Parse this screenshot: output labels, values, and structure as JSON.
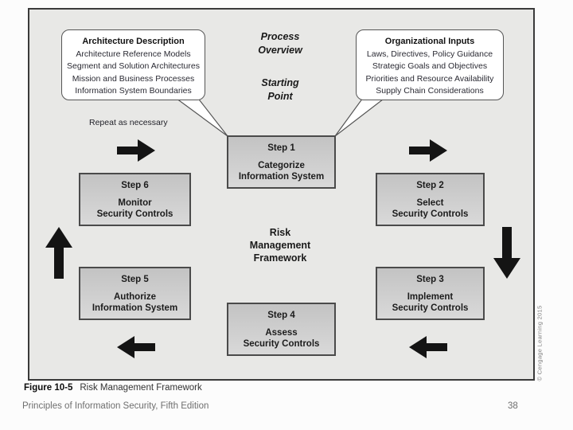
{
  "slide": {
    "figure_label": "Figure 10-5",
    "figure_title": "Risk Management Framework",
    "footer": "Principles of Information Security, Fifth Edition",
    "page_number": "38",
    "credit": "© Cengage Learning 2015"
  },
  "diagram": {
    "process_overview_lines": [
      "Process",
      "Overview"
    ],
    "starting_point_lines": [
      "Starting",
      "Point"
    ],
    "repeat_label": "Repeat as necessary",
    "center_lines": [
      "Risk",
      "Management",
      "Framework"
    ],
    "callouts": {
      "architecture": {
        "title": "Architecture Description",
        "items": [
          "Architecture Reference Models",
          "Segment and Solution Architectures",
          "Mission and Business Processes",
          "Information System Boundaries"
        ]
      },
      "organizational": {
        "title": "Organizational Inputs",
        "items": [
          "Laws, Directives, Policy Guidance",
          "Strategic Goals and Objectives",
          "Priorities and Resource Availability",
          "Supply Chain Considerations"
        ]
      }
    },
    "steps": [
      {
        "title": "Step 1",
        "line1": "Categorize",
        "line2": "Information System"
      },
      {
        "title": "Step 2",
        "line1": "Select",
        "line2": "Security Controls"
      },
      {
        "title": "Step 3",
        "line1": "Implement",
        "line2": "Security Controls"
      },
      {
        "title": "Step 4",
        "line1": "Assess",
        "line2": "Security Controls"
      },
      {
        "title": "Step 5",
        "line1": "Authorize",
        "line2": "Information System"
      },
      {
        "title": "Step 6",
        "line1": "Monitor",
        "line2": "Security Controls"
      }
    ],
    "colors": {
      "frame_bg": "#e8e8e6",
      "frame_border": "#3a3a3a",
      "box_fill": "#c9c9c9",
      "box_border": "#4a4a4a",
      "arrow": "#141414"
    }
  }
}
